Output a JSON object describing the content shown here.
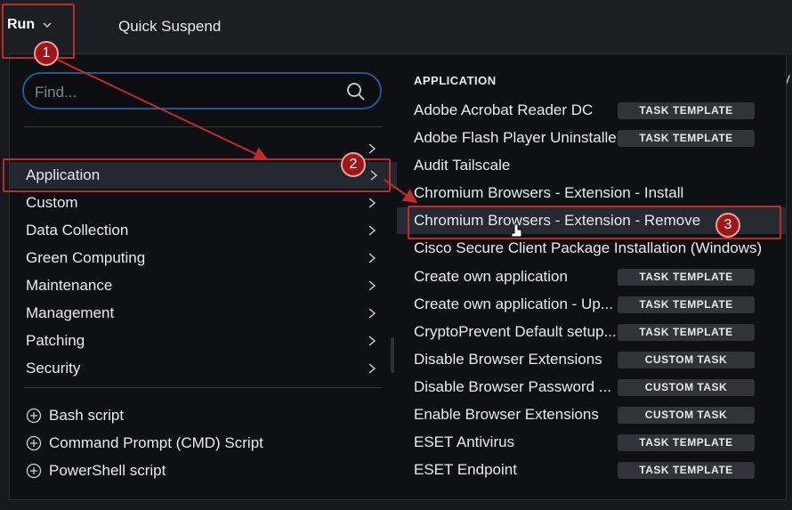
{
  "toolbar": {
    "run_label": "Run",
    "quick_suspend_label": "Quick Suspend",
    "edge_text": "y"
  },
  "search": {
    "placeholder": "Find..."
  },
  "categories": [
    {
      "label": "Application"
    },
    {
      "label": "Custom"
    },
    {
      "label": "Data Collection"
    },
    {
      "label": "Green Computing"
    },
    {
      "label": "Maintenance"
    },
    {
      "label": "Management"
    },
    {
      "label": "Patching"
    },
    {
      "label": "Security"
    }
  ],
  "scripts": [
    {
      "label": "Bash script",
      "icon": "plus-circle-icon"
    },
    {
      "label": "Command Prompt (CMD) Script",
      "icon": "plus-circle-icon"
    },
    {
      "label": "PowerShell script",
      "icon": "plus-circle-icon"
    }
  ],
  "application": {
    "header": "APPLICATION",
    "items": [
      {
        "name": "Adobe Acrobat Reader DC",
        "badge": "TASK TEMPLATE"
      },
      {
        "name": "Adobe Flash Player Uninstaller",
        "badge": "TASK TEMPLATE"
      },
      {
        "name": "Audit Tailscale",
        "badge": ""
      },
      {
        "name": "Chromium Browsers - Extension - Install",
        "badge": ""
      },
      {
        "name": "Chromium Browsers - Extension - Remove",
        "badge": ""
      },
      {
        "name": "Cisco Secure Client Package Installation (Windows)",
        "badge": ""
      },
      {
        "name": "Create own application",
        "badge": "TASK TEMPLATE"
      },
      {
        "name": "Create own application - Up...",
        "badge": "TASK TEMPLATE"
      },
      {
        "name": "CryptoPrevent Default setup...",
        "badge": "TASK TEMPLATE"
      },
      {
        "name": "Disable Browser Extensions",
        "badge": "CUSTOM TASK"
      },
      {
        "name": "Disable Browser Password ...",
        "badge": "CUSTOM TASK"
      },
      {
        "name": "Enable Browser Extensions",
        "badge": "CUSTOM TASK"
      },
      {
        "name": "ESET Antivirus",
        "badge": "TASK TEMPLATE"
      },
      {
        "name": "ESET Endpoint",
        "badge": "TASK TEMPLATE"
      }
    ]
  },
  "annotations": {
    "step1": "1",
    "step2": "2",
    "step3": "3"
  },
  "colors": {
    "accent_blue": "#1e5a92",
    "annotation_red": "#c02a2a",
    "panel_bg": "#0e1014"
  }
}
